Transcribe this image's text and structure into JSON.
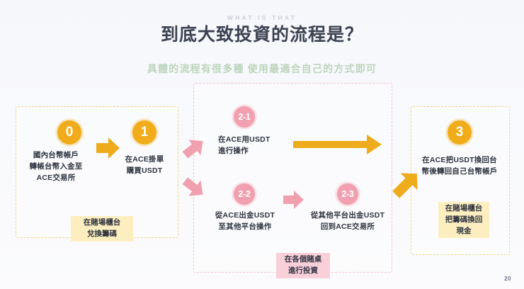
{
  "header": {
    "eyebrow": "WHAT IS THAT",
    "title": "到底大致投資的流程是？",
    "subtitle": "具體的流程有很多種 使用最適合自己的方式即可"
  },
  "colors": {
    "background": "#f7f8fb",
    "title_text": "#3c4252",
    "eyebrow_text": "#c9cdd6",
    "subtitle_text": "#bcd5bb",
    "gold_circle": "#f0ac1b",
    "pink_circle": "#f0a0ae",
    "gold_dashed_border": "#efd77f",
    "pink_dashed_border": "#f3c2cf",
    "gold_note_bg": "#fdeec0",
    "pink_note_bg": "#f9d0da",
    "gold_arrow": "#eeac1c",
    "pink_arrow": "#f0a0ae",
    "caption_text": "#2f3440"
  },
  "groups": {
    "left": {
      "name": "exchange-deposit-group",
      "border_style": "dashed",
      "border_color": "#efd77f"
    },
    "middle": {
      "name": "investing-group",
      "border_style": "dashed",
      "border_color": "#f3c2cf"
    },
    "right": {
      "name": "withdraw-group",
      "border_style": "dashed",
      "border_color": "#efd77f"
    }
  },
  "steps": [
    {
      "id": "0",
      "style": "gold",
      "size": "big",
      "caption": "國內台幣帳戶\n轉帳台幣入金至\nACE交易所"
    },
    {
      "id": "1",
      "style": "gold",
      "size": "big",
      "caption": "在ACE掛單\n購買USDT"
    },
    {
      "id": "2-1",
      "style": "pink",
      "size": "small",
      "caption": "在ACE用USDT\n進行操作"
    },
    {
      "id": "2-2",
      "style": "pink",
      "size": "small",
      "caption": "從ACE出金USDT\n至其他平台操作"
    },
    {
      "id": "2-3",
      "style": "pink",
      "size": "small",
      "caption": "從其他平台出金USDT\n回到ACE交易所"
    },
    {
      "id": "3",
      "style": "gold",
      "size": "big",
      "caption": "在ACE把USDT換回台\n幣後轉回自己台幣帳戶"
    }
  ],
  "notes": {
    "left": "在賭場櫃台\n兌換籌碼",
    "middle": "在各個賭桌\n進行投資",
    "right": "在賭場櫃台\n把籌碼換回\n現金"
  },
  "arrows": {
    "step0_to_step1": "right-arrow-gold",
    "left_to_mid_upper": "up-right-arrow-pink",
    "left_to_mid_lower": "down-right-arrow-pink",
    "step22_to_step23": "right-arrow-pink",
    "mid_to_right_long": "long-right-arrow-gold",
    "mid_to_right_diag": "up-right-arrow-gold"
  },
  "footer": {
    "page_number": "20"
  }
}
